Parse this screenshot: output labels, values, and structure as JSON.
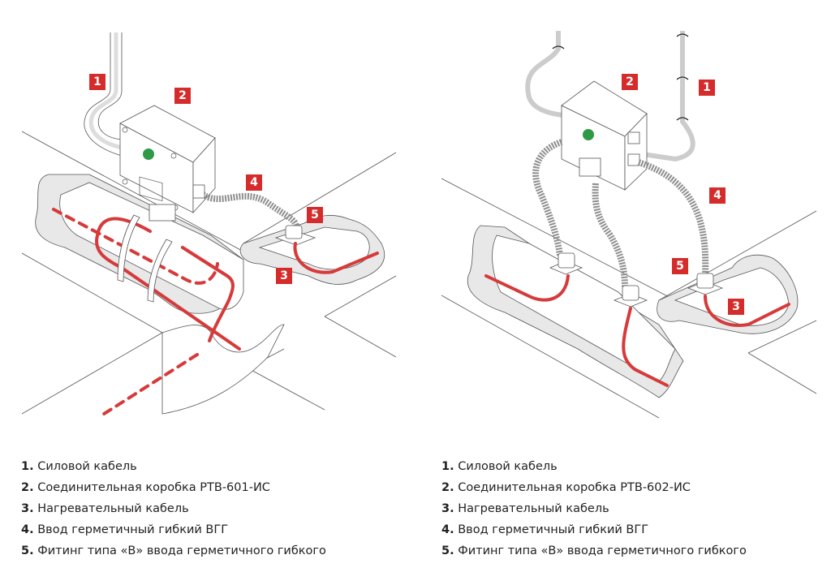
{
  "colors": {
    "badge": "#d52b2b",
    "heating_cable": "#d63a3a",
    "led": "#2e9a45",
    "insulation": "#e8e8e8",
    "line": "#555555",
    "conduit": "#8f8f8f"
  },
  "diagrams": [
    {
      "id": "left",
      "badges": [
        {
          "text": "1",
          "meaning": "power-cable"
        },
        {
          "text": "2",
          "meaning": "junction-box"
        },
        {
          "text": "3",
          "meaning": "heating-cable"
        },
        {
          "text": "4",
          "meaning": "flexible-sealed-entry"
        },
        {
          "text": "5",
          "meaning": "fitting-type-b"
        }
      ],
      "legend": [
        {
          "num": "1.",
          "text": "Силовой кабель"
        },
        {
          "num": "2.",
          "text": "Соединительная коробка РТВ-601-ИС"
        },
        {
          "num": "3.",
          "text": "Нагревательный кабель"
        },
        {
          "num": "4.",
          "text": "Ввод герметичный гибкий ВГГ"
        },
        {
          "num": "5.",
          "text": "Фитинг типа «В» ввода герметичного гибкого"
        }
      ]
    },
    {
      "id": "right",
      "badges": [
        {
          "text": "1",
          "meaning": "power-cable"
        },
        {
          "text": "2",
          "meaning": "junction-box"
        },
        {
          "text": "3",
          "meaning": "heating-cable"
        },
        {
          "text": "4",
          "meaning": "flexible-sealed-entry"
        },
        {
          "text": "5",
          "meaning": "fitting-type-b"
        }
      ],
      "legend": [
        {
          "num": "1.",
          "text": "Силовой кабель"
        },
        {
          "num": "2.",
          "text": "Соединительная коробка РТВ-602-ИС"
        },
        {
          "num": "3.",
          "text": "Нагревательный кабель"
        },
        {
          "num": "4.",
          "text": "Ввод герметичный гибкий ВГГ"
        },
        {
          "num": "5.",
          "text": "Фитинг типа «В» ввода герметичного гибкого"
        }
      ]
    }
  ]
}
